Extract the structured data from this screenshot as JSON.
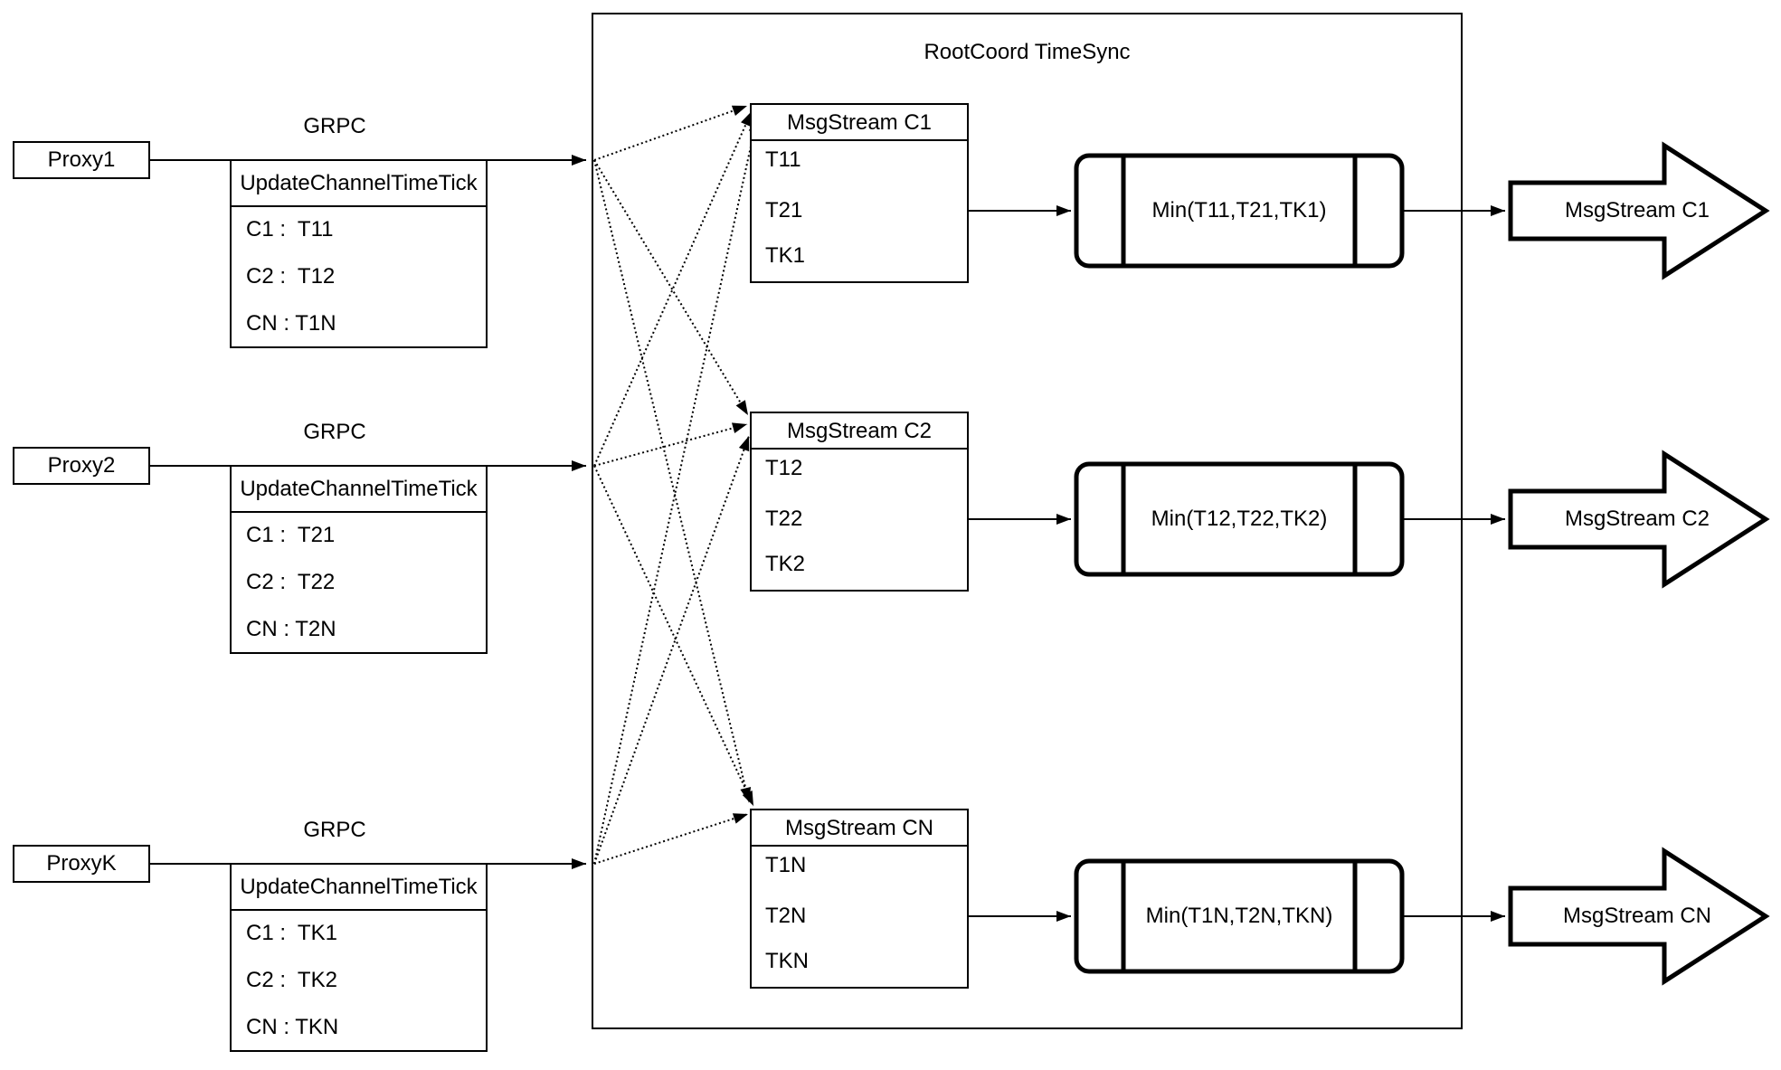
{
  "diagram": {
    "title": "RootCoord TimeSync",
    "colors": {
      "stroke": "#000000",
      "background": "#ffffff"
    },
    "rows": [
      {
        "proxy_label": "Proxy1",
        "grpc_label": "GRPC",
        "update_table": {
          "header": "UpdateChannelTimeTick",
          "cells": [
            "C1 :  T11",
            "C2 :  T12",
            "CN : T1N"
          ]
        },
        "msgstream_table": {
          "header": "MsgStream C1",
          "cells": [
            "T11",
            "T21",
            "TK1"
          ]
        },
        "min_label": "Min(T11,T21,TK1)",
        "output_arrow_label": "MsgStream C1"
      },
      {
        "proxy_label": "Proxy2",
        "grpc_label": "GRPC",
        "update_table": {
          "header": "UpdateChannelTimeTick",
          "cells": [
            "C1 :  T21",
            "C2 :  T22",
            "CN : T2N"
          ]
        },
        "msgstream_table": {
          "header": "MsgStream C2",
          "cells": [
            "T12",
            "T22",
            "TK2"
          ]
        },
        "min_label": "Min(T12,T22,TK2)",
        "output_arrow_label": "MsgStream C2"
      },
      {
        "proxy_label": "ProxyK",
        "grpc_label": "GRPC",
        "update_table": {
          "header": "UpdateChannelTimeTick",
          "cells": [
            "C1 :  TK1",
            "C2 :  TK2",
            "CN : TKN"
          ]
        },
        "msgstream_table": {
          "header": "MsgStream CN",
          "cells": [
            "T1N",
            "T2N",
            "TKN"
          ]
        },
        "min_label": "Min(T1N,T2N,TKN)",
        "output_arrow_label": "MsgStream CN"
      }
    ]
  }
}
